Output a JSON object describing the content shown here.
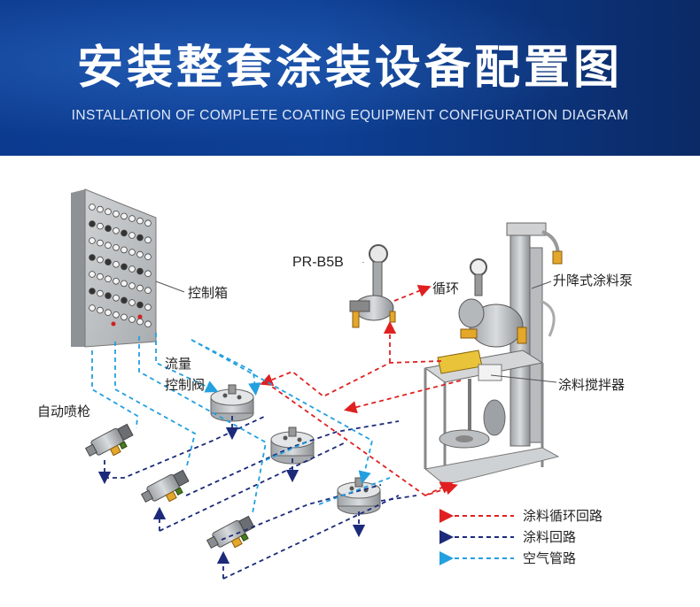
{
  "header": {
    "title": "安装整套涂装设备配置图",
    "subtitle": "INSTALLATION OF COMPLETE COATING EQUIPMENT CONFIGURATION DIAGRAM",
    "bg_color": "#0d3f95"
  },
  "labels": {
    "control_box": "控制箱",
    "pump_model": "PR-B5B",
    "circulation": "循环",
    "lift_pump": "升降式涂料泵",
    "flow_valve_line1": "流量",
    "flow_valve_line2": "控制阀",
    "auto_gun": "自动喷枪",
    "mixer": "涂料搅拌器"
  },
  "legend": [
    {
      "label": "涂料循环回路",
      "color": "#e02020",
      "style": "red-dashed"
    },
    {
      "label": "涂料回路",
      "color": "#1c2a7a",
      "style": "navy-dashed"
    },
    {
      "label": "空气管路",
      "color": "#22a0e0",
      "style": "cyan-dashed"
    }
  ],
  "icons": [
    "control-cabinet",
    "diaphragm-pump",
    "lift-pump",
    "paint-mixer",
    "flow-control-valve",
    "auto-spray-gun"
  ]
}
